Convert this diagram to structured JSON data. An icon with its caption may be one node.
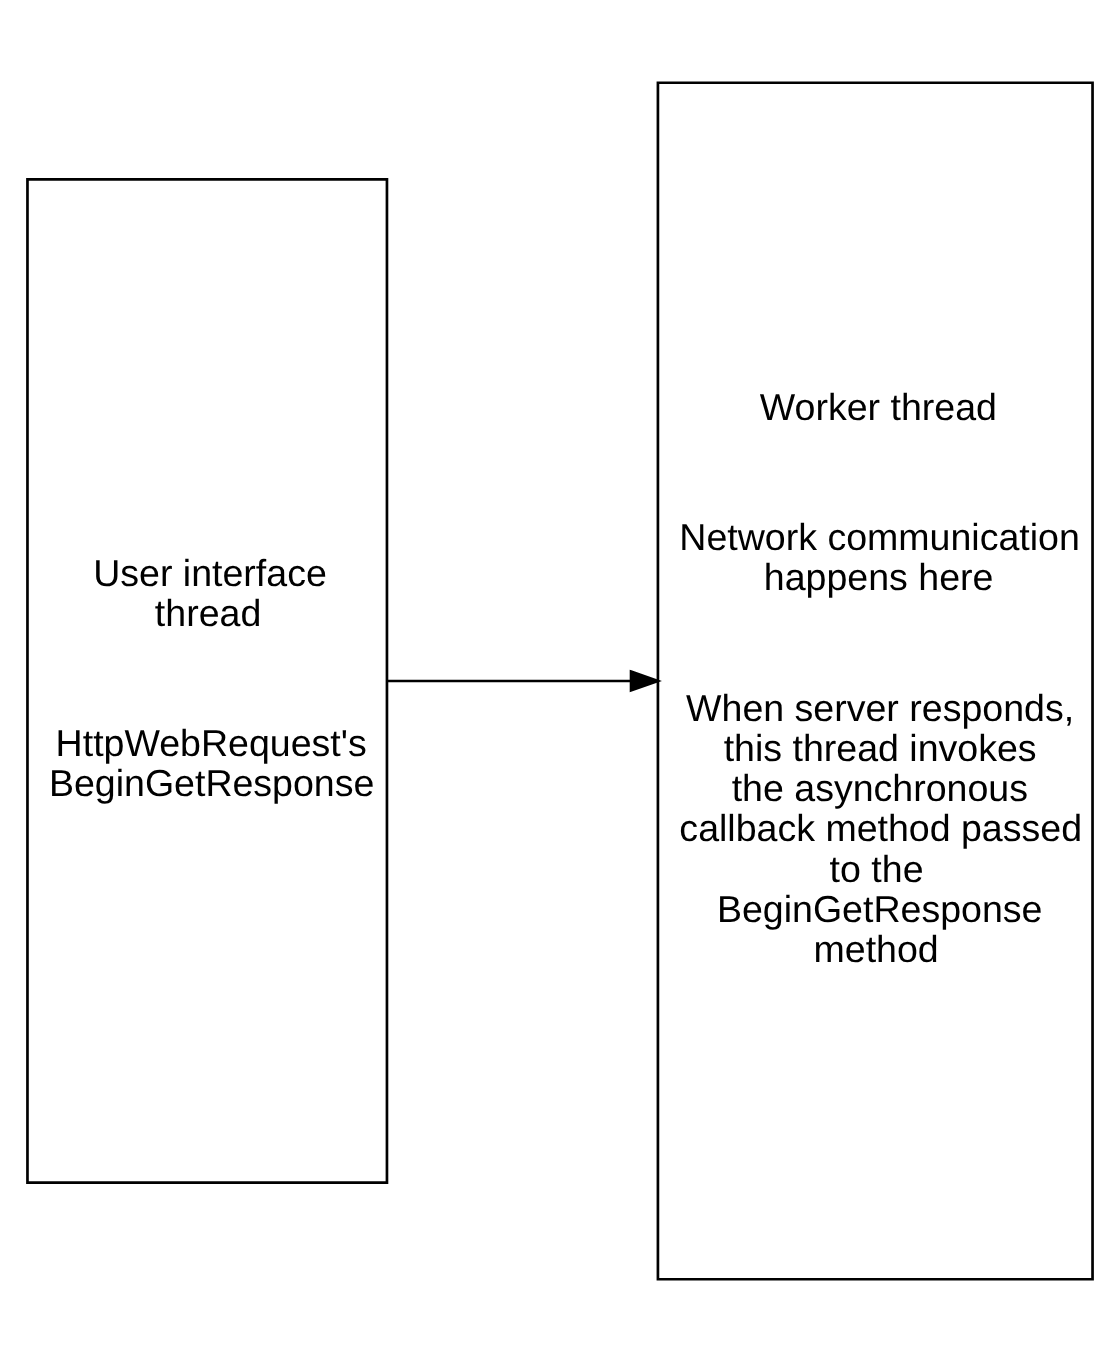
{
  "diagram": {
    "nodes": [
      {
        "text": [
          "User interface thread",
          "HttpWebRequest's BeginGetResponse"
        ]
      },
      {
        "text": [
          "Worker thread",
          "Network communication happens here",
          "When server responds, this thread invokes the asynchronous callback method passed to the BeginGetResponse method"
        ]
      }
    ],
    "edges": [
      {
        "from": 0,
        "to": 1,
        "arrow": "to"
      }
    ]
  }
}
